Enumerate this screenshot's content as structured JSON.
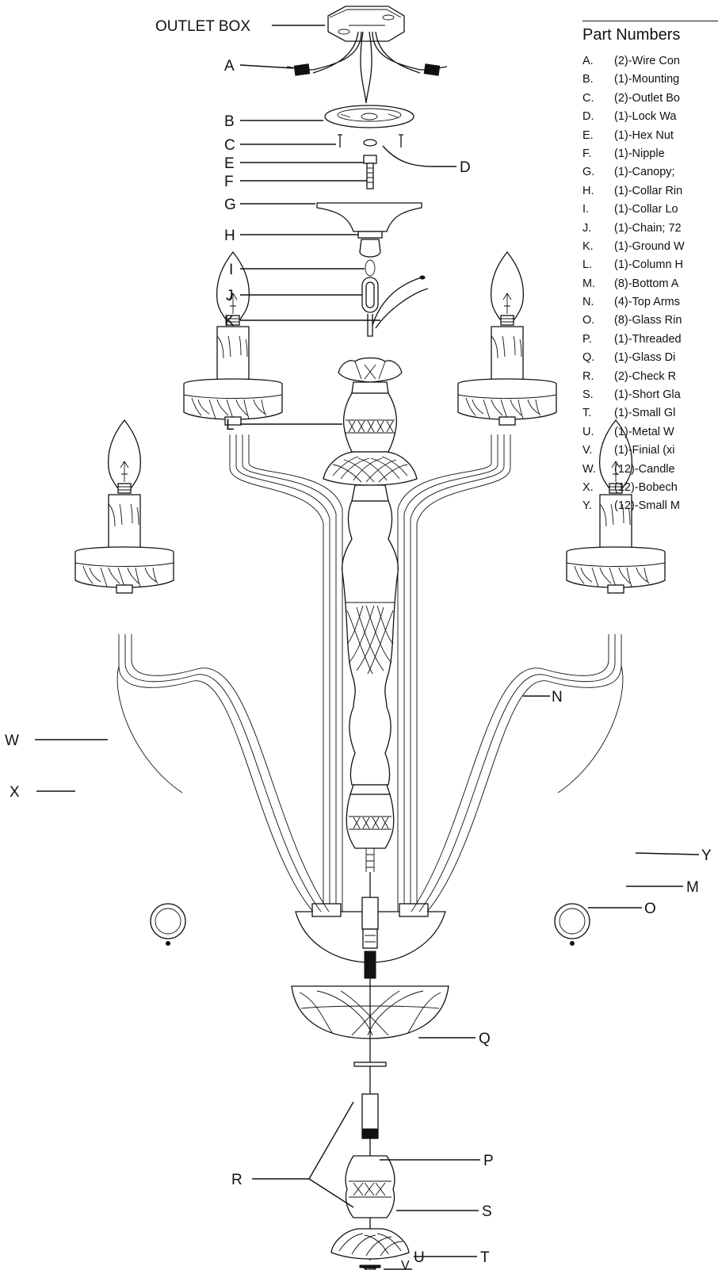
{
  "labels": {
    "outlet_box": "OUTLET BOX",
    "A": "A",
    "B": "B",
    "C": "C",
    "D": "D",
    "E": "E",
    "F": "F",
    "G": "G",
    "H": "H",
    "I": "I",
    "J": "J",
    "K": "K",
    "L": "L",
    "M": "M",
    "N": "N",
    "O": "O",
    "P": "P",
    "Q": "Q",
    "R": "R",
    "S": "S",
    "T": "T",
    "U": "U",
    "V": "V",
    "W": "W",
    "X": "X",
    "Y": "Y"
  },
  "parts": {
    "title": "Part Numbers",
    "items": [
      {
        "letter": "A.",
        "text": "(2)-Wire Con"
      },
      {
        "letter": "B.",
        "text": "(1)-Mounting"
      },
      {
        "letter": "C.",
        "text": "(2)-Outlet Bo"
      },
      {
        "letter": "D.",
        "text": "(1)-Lock Wa"
      },
      {
        "letter": "E.",
        "text": "(1)-Hex Nut"
      },
      {
        "letter": "F.",
        "text": "(1)-Nipple"
      },
      {
        "letter": "G.",
        "text": "(1)-Canopy;"
      },
      {
        "letter": "H.",
        "text": "(1)-Collar Rin"
      },
      {
        "letter": "I.",
        "text": "(1)-Collar Lo"
      },
      {
        "letter": "J.",
        "text": "(1)-Chain; 72"
      },
      {
        "letter": "K.",
        "text": "(1)-Ground W"
      },
      {
        "letter": "L.",
        "text": "(1)-Column H"
      },
      {
        "letter": "M.",
        "text": "(8)-Bottom A"
      },
      {
        "letter": "N.",
        "text": "(4)-Top Arms"
      },
      {
        "letter": "O.",
        "text": "(8)-Glass Rin"
      },
      {
        "letter": "P.",
        "text": "(1)-Threaded"
      },
      {
        "letter": "Q.",
        "text": "(1)-Glass Di"
      },
      {
        "letter": "R.",
        "text": "(2)-Check R"
      },
      {
        "letter": "S.",
        "text": "(1)-Short Gla"
      },
      {
        "letter": "T.",
        "text": "(1)-Small Gl"
      },
      {
        "letter": "U.",
        "text": "(1)-Metal W"
      },
      {
        "letter": "V.",
        "text": "(1)-Finial (xi"
      },
      {
        "letter": "W.",
        "text": "(12)-Candle"
      },
      {
        "letter": "X.",
        "text": "(12)-Bobech"
      },
      {
        "letter": "Y.",
        "text": "(12)-Small M"
      }
    ]
  }
}
